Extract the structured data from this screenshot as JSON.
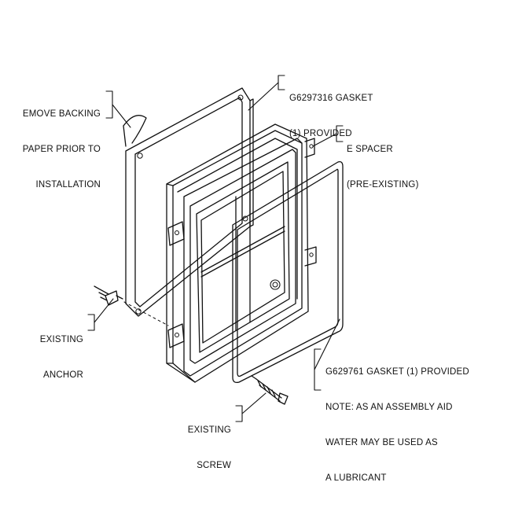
{
  "labels": {
    "backing": [
      "EMOVE BACKING",
      "PAPER PRIOR TO",
      "INSTALLATION"
    ],
    "gasket_top": [
      "G6297316 GASKET",
      "(1) PROVIDED"
    ],
    "spacer": [
      "E SPACER",
      "(PRE-EXISTING)"
    ],
    "anchor": [
      "EXISTING",
      "ANCHOR"
    ],
    "gasket_front": [
      "G629761 GASKET (1) PROVIDED",
      "NOTE: AS AN ASSEMBLY AID",
      "WATER MAY BE USED AS",
      "A LUBRICANT"
    ],
    "screw": [
      "EXISTING",
      "SCREW"
    ]
  }
}
